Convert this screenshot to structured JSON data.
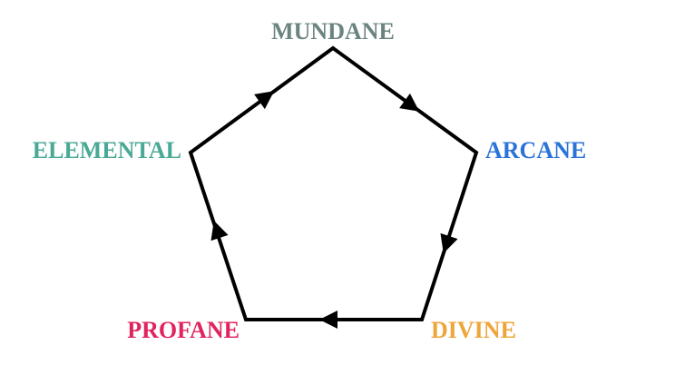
{
  "diagram": {
    "type": "cycle",
    "direction": "clockwise",
    "nodes": [
      {
        "id": "mundane",
        "label": "MUNDANE",
        "color": "#6b8480"
      },
      {
        "id": "arcane",
        "label": "ARCANE",
        "color": "#2b73d9"
      },
      {
        "id": "divine",
        "label": "DIVINE",
        "color": "#eea53a"
      },
      {
        "id": "profane",
        "label": "PROFANE",
        "color": "#e0245e"
      },
      {
        "id": "elemental",
        "label": "ELEMENTAL",
        "color": "#4aa996"
      }
    ],
    "edges": [
      {
        "from": "mundane",
        "to": "arcane"
      },
      {
        "from": "arcane",
        "to": "divine"
      },
      {
        "from": "divine",
        "to": "profane"
      },
      {
        "from": "profane",
        "to": "elemental"
      },
      {
        "from": "elemental",
        "to": "mundane"
      }
    ],
    "edge_color": "#000000"
  }
}
